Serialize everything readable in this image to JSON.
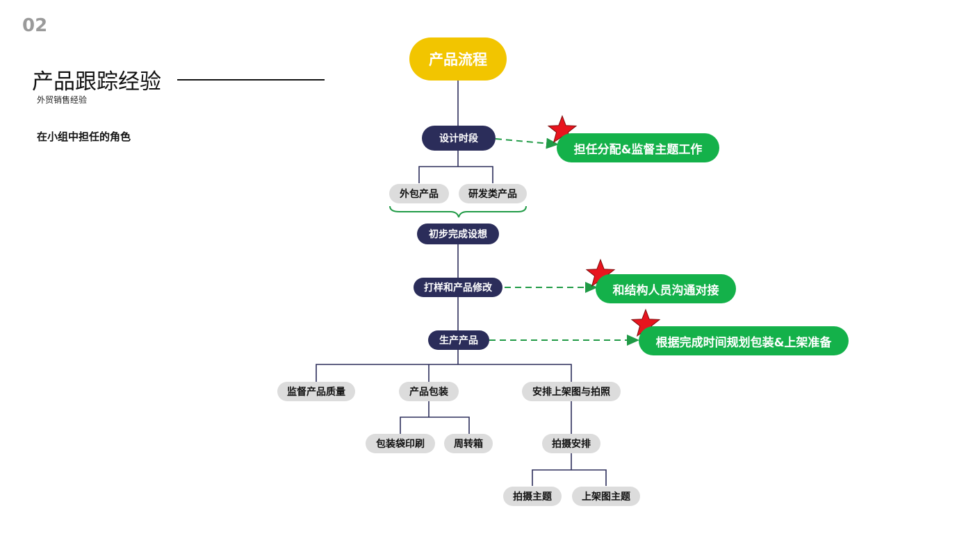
{
  "page_number": "02",
  "title": "产品跟踪经验",
  "subtitle": "外贸销售经验",
  "role_label": "在小组中担任的角色",
  "colors": {
    "start": "#f2c500",
    "stage": "#2b2d5a",
    "leaf": "#dcdcdc",
    "role": "#14b14a",
    "star": "#e8141e",
    "line": "#2b2d5a",
    "dash": "#1f9a45"
  },
  "flow": {
    "start": "产品流程",
    "design": "设计时段",
    "outsource": "外包产品",
    "rnd": "研发类产品",
    "concept": "初步完成设想",
    "sampling": "打样和产品修改",
    "production": "生产产品",
    "quality": "监督产品质量",
    "packaging": "产品包装",
    "listing": "安排上架图与拍照",
    "bag_print": "包装袋印刷",
    "turnover_box": "周转箱",
    "shoot_plan": "拍摄安排",
    "shoot_theme": "拍摄主题",
    "listing_theme": "上架图主题"
  },
  "roles": {
    "design_role": "担任分配&监督主题工作",
    "sampling_role": "和结构人员沟通对接",
    "production_role": "根据完成时间规划包装&上架准备"
  }
}
